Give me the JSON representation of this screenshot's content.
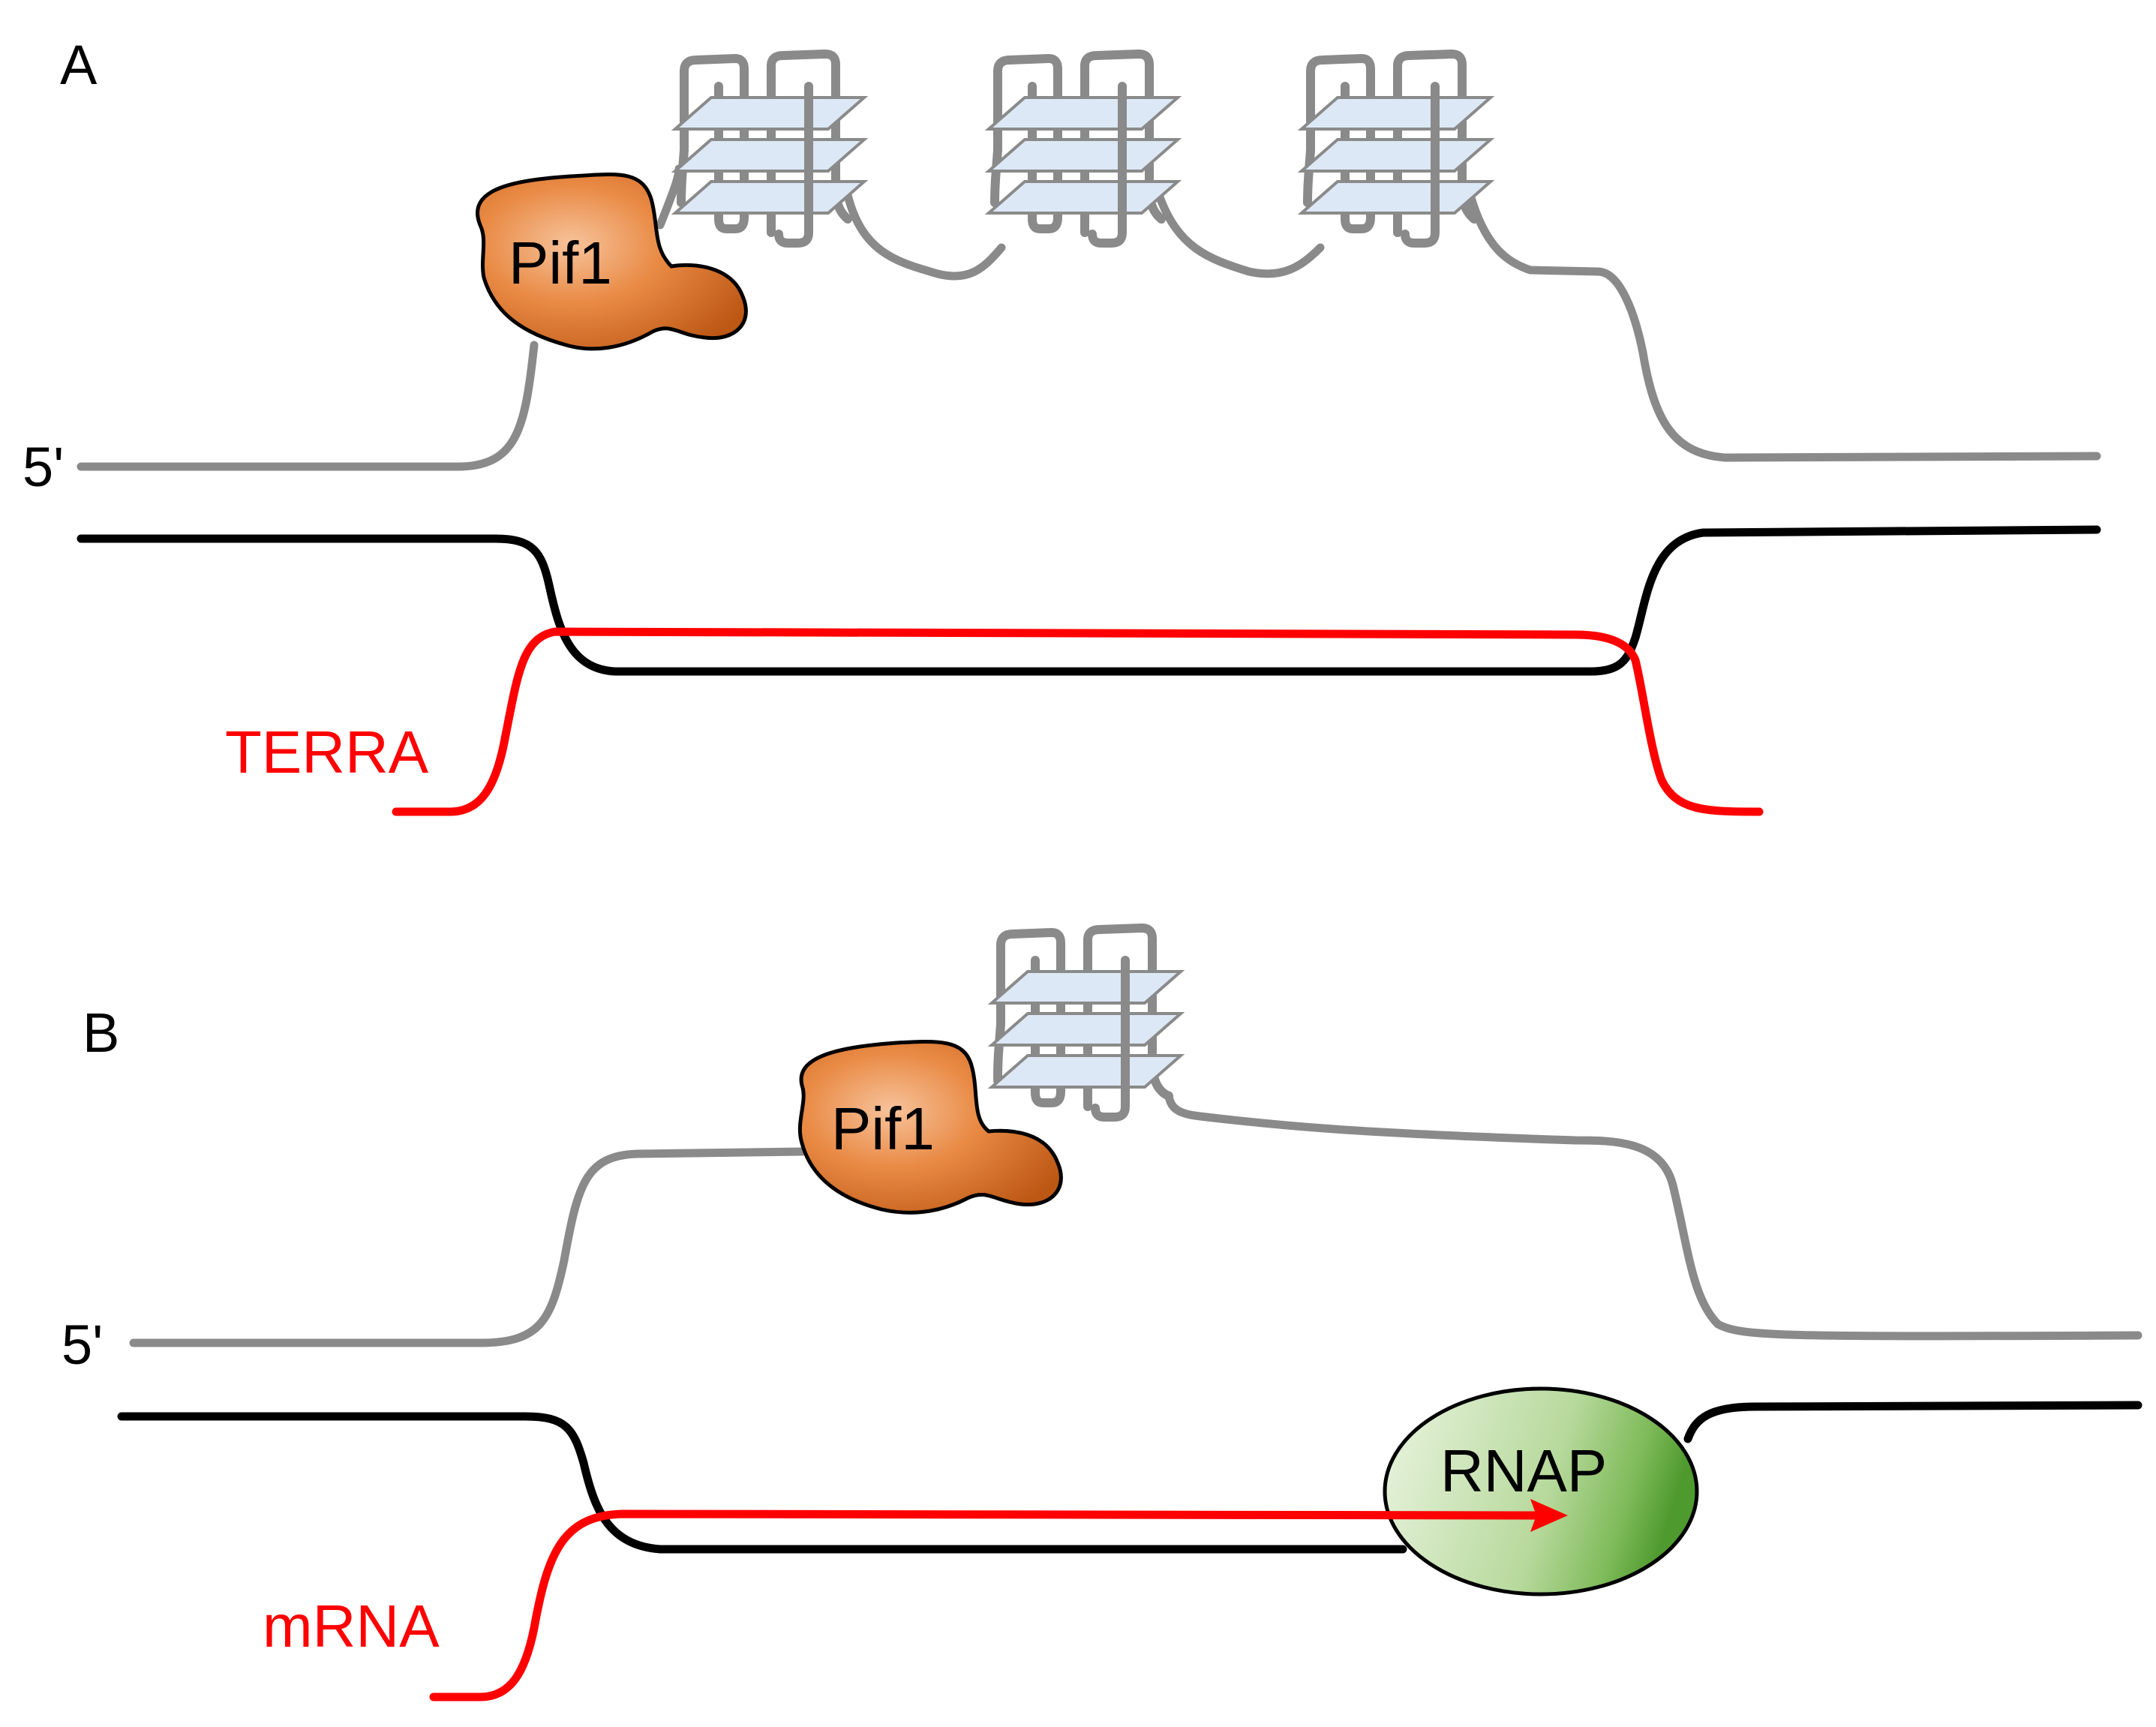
{
  "panels": [
    {
      "label": "A",
      "five_prime": "5'",
      "protein": "Pif1",
      "rna": "TERRA",
      "g_quadruplex_count": 3
    },
    {
      "label": "B",
      "five_prime": "5'",
      "protein": "Pif1",
      "polymerase": "RNAP",
      "rna": "mRNA",
      "g_quadruplex_count": 1
    }
  ],
  "colors": {
    "template_strand": "#000000",
    "displaced_strand": "#8a8a8a",
    "rna": "#ff0000",
    "pif1": "#e07a2e",
    "rnap": "#a8d08d",
    "g_quadruplex_plane": "#dce8f5"
  }
}
